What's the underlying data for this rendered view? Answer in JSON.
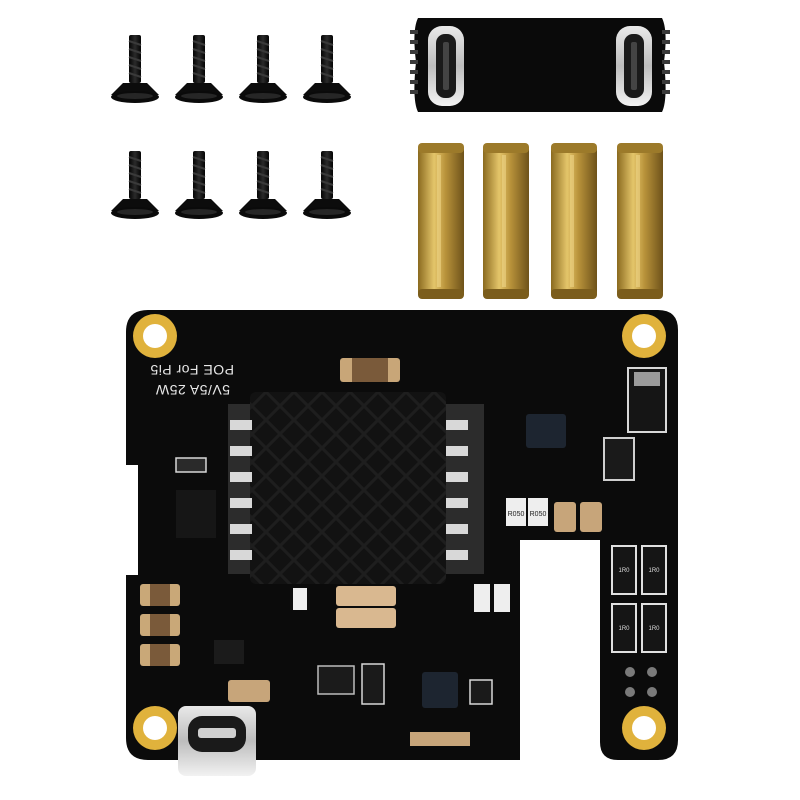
{
  "product": {
    "board_silkscreen": {
      "line1": "5V/5A 25W",
      "line2": "POE For Pi5"
    },
    "chip_markings": [
      "R050",
      "R050",
      "1R0",
      "1R0",
      "1R0",
      "1R0"
    ]
  },
  "contents": {
    "screws": {
      "icon": "screw-icon"
    },
    "standoffs": {
      "icon": "brass-standoff-icon"
    },
    "connector": {
      "icon": "usb-c-adapter-icon"
    }
  },
  "colors": {
    "pcb": "#0b0b0b",
    "brass": "#c9a646",
    "gold_pad": "#e0b23c",
    "silkscreen": "#e8e8e8",
    "background": "#ffffff"
  }
}
